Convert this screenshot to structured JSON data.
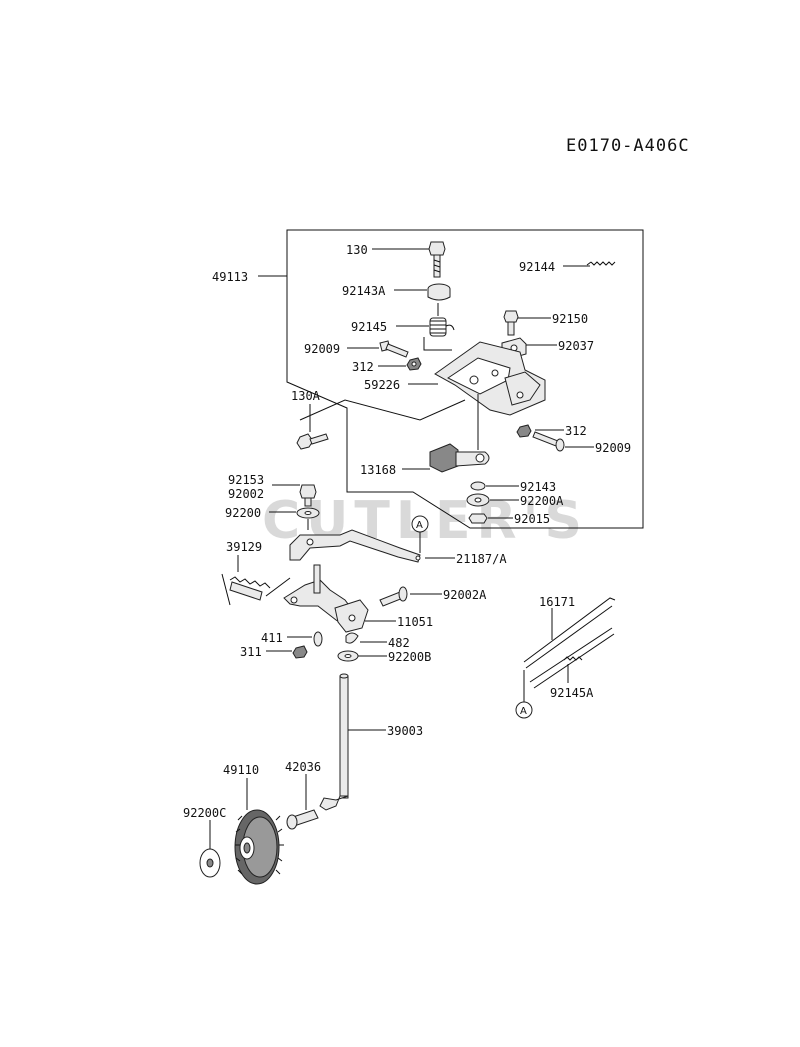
{
  "diagram_code": "E0170-A406C",
  "watermark": "CUTLER'S",
  "callout_letter": "A",
  "parts": {
    "p130": "130",
    "p92144": "92144",
    "p49113": "49113",
    "p92143A": "92143A",
    "p92150": "92150",
    "p92145": "92145",
    "p92037": "92037",
    "p92009a": "92009",
    "p312a": "312",
    "p59226": "59226",
    "p130A": "130A",
    "p312b": "312",
    "p92009b": "92009",
    "p13168": "13168",
    "p92143": "92143",
    "p92153": "92153",
    "p92002": "92002",
    "p92200A": "92200A",
    "p92200": "92200",
    "p92015": "92015",
    "p39129": "39129",
    "p21187A": "21187/A",
    "p92002A": "92002A",
    "p16171": "16171",
    "p11051": "11051",
    "p411": "411",
    "p482": "482",
    "p311": "311",
    "p92200B": "92200B",
    "p92145A": "92145A",
    "p39003": "39003",
    "p49110": "49110",
    "p42036": "42036",
    "p92200C": "92200C"
  }
}
